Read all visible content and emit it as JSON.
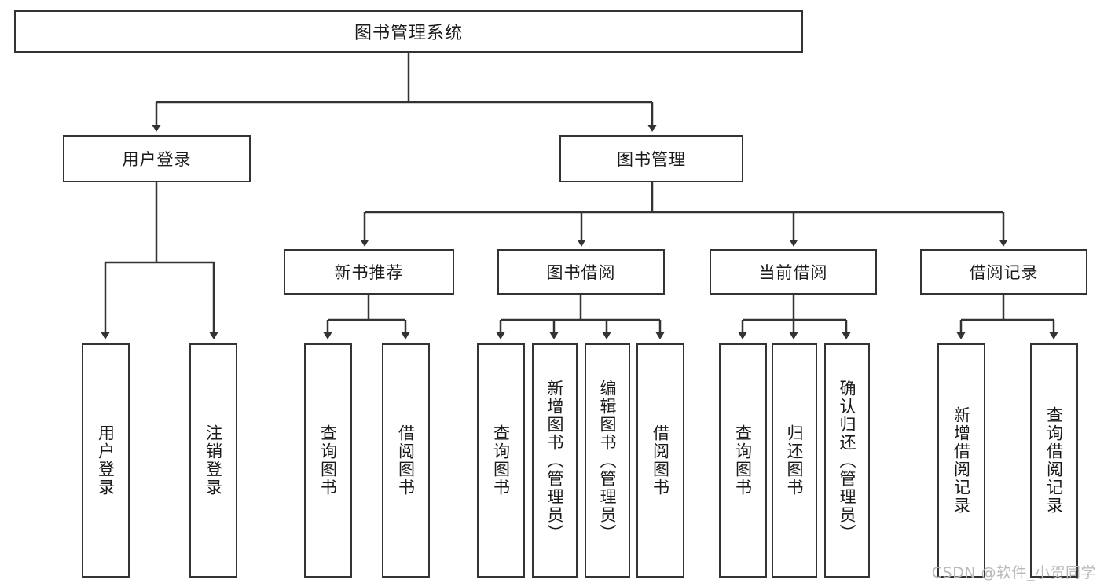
{
  "diagram": {
    "title": "图书管理系统",
    "type": "tree-hierarchy",
    "root": {
      "label": "图书管理系统"
    },
    "level2": [
      {
        "label": "用户登录"
      },
      {
        "label": "图书管理"
      }
    ],
    "level3": [
      {
        "label": "新书推荐"
      },
      {
        "label": "图书借阅"
      },
      {
        "label": "当前借阅"
      },
      {
        "label": "借阅记录"
      }
    ],
    "leaves": {
      "user_login": [
        {
          "label": "用户登录"
        },
        {
          "label": "注销登录"
        }
      ],
      "new_book_recommend": [
        {
          "label": "查询图书"
        },
        {
          "label": "借阅图书"
        }
      ],
      "book_borrow": [
        {
          "label": "查询图书"
        },
        {
          "label": "新增图书（管理员）"
        },
        {
          "label": "编辑图书（管理员）"
        },
        {
          "label": "借阅图书"
        }
      ],
      "current_borrow": [
        {
          "label": "查询图书"
        },
        {
          "label": "归还图书"
        },
        {
          "label": "确认归还（管理员）"
        }
      ],
      "borrow_records": [
        {
          "label": "新增借阅记录"
        },
        {
          "label": "查询借阅记录"
        }
      ]
    }
  },
  "watermark": {
    "text": "CSDN @软件_小贺同学"
  },
  "colors": {
    "stroke": "#333333",
    "fill": "#ffffff",
    "text": "#1a1a1a",
    "watermark": "#b9b9b9"
  }
}
